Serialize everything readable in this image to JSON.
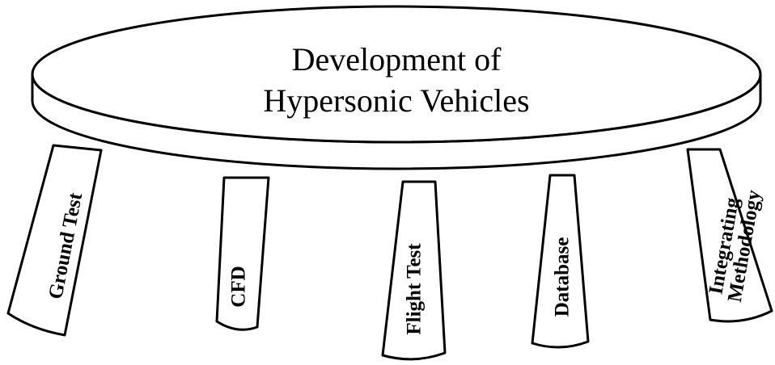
{
  "title": {
    "line1": "Development of",
    "line2": "Hypersonic Vehicles"
  },
  "legs": [
    {
      "label": "Ground Test"
    },
    {
      "label": "CFD"
    },
    {
      "label": "Flight Test"
    },
    {
      "label": "Database"
    },
    {
      "label_line1": "Integrating",
      "label_line2": "Methodology"
    }
  ]
}
